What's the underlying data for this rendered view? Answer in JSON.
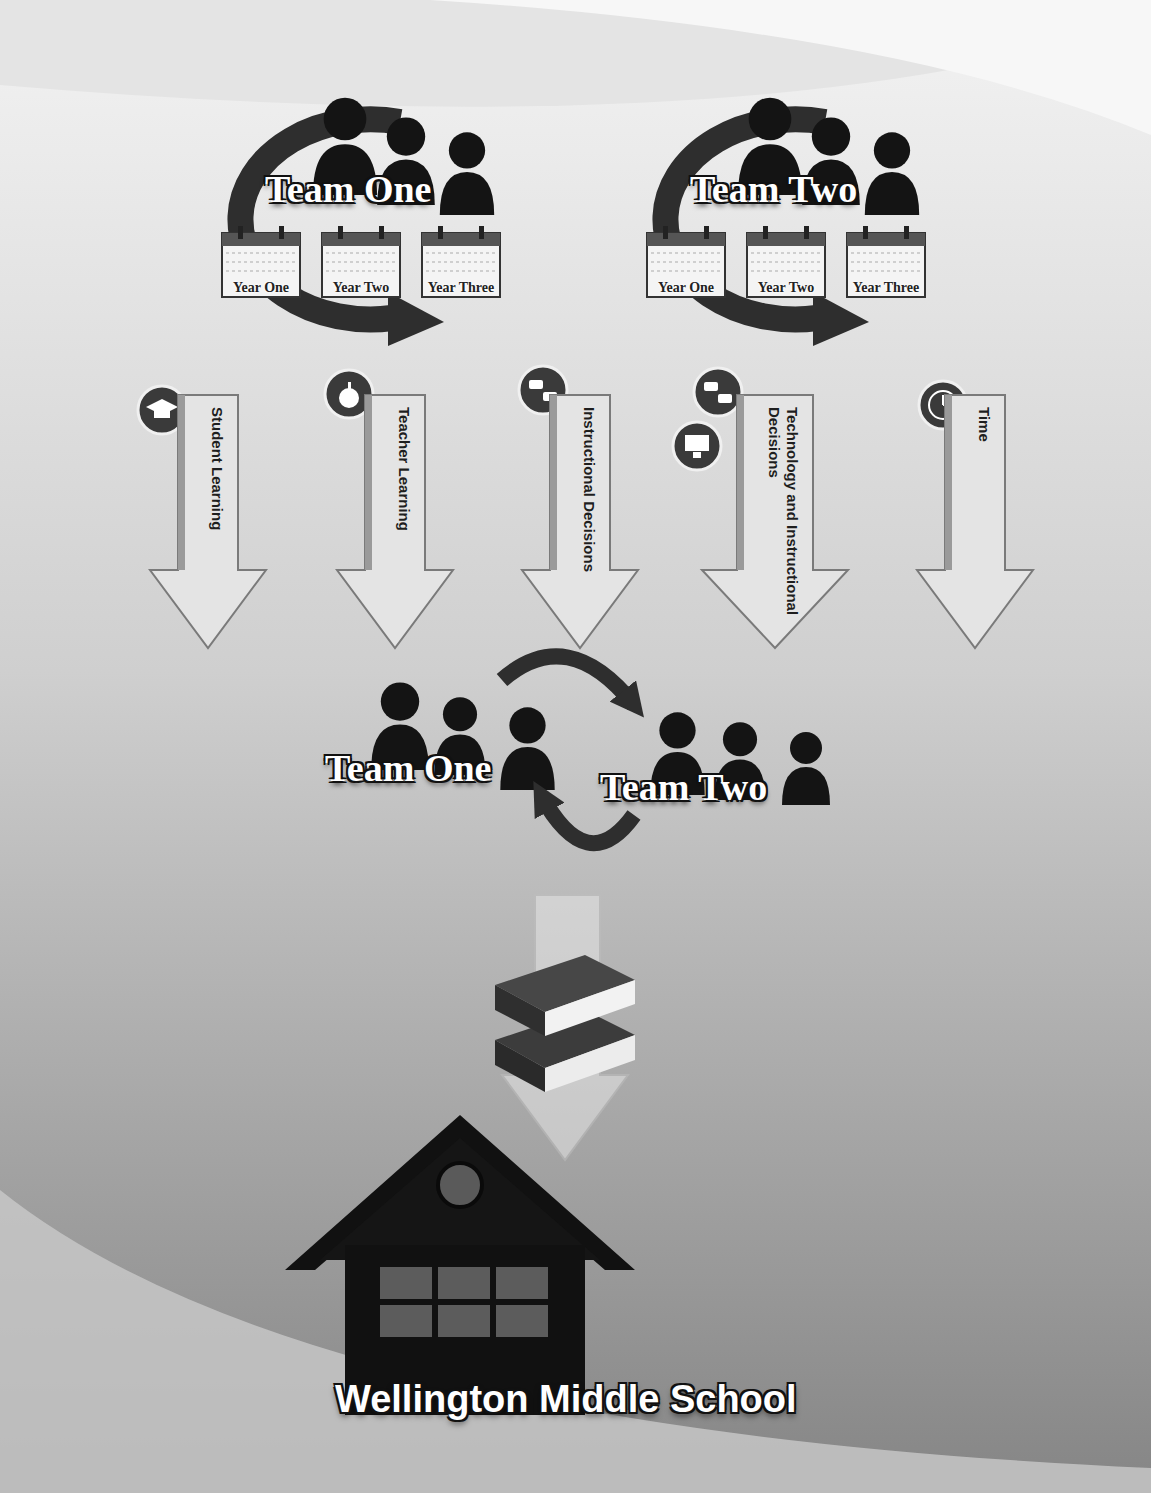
{
  "diagram": {
    "nodes": [
      {
        "text": [
          "Team One"
        ]
      },
      {
        "text": [
          "Year One"
        ],
        "in": 0
      },
      {
        "text": [
          "Year Two"
        ],
        "in": 0
      },
      {
        "text": [
          "Year Three"
        ],
        "in": 0
      },
      {
        "text": [
          "Team Two"
        ]
      },
      {
        "text": [
          "Year One"
        ],
        "in": 4
      },
      {
        "text": [
          "Year Two"
        ],
        "in": 4
      },
      {
        "text": [
          "Year Three"
        ],
        "in": 4
      },
      {
        "text": [
          "Student Learning"
        ]
      },
      {
        "text": [
          "Teacher Learning"
        ]
      },
      {
        "text": [
          "Instructional Decisions"
        ]
      },
      {
        "text": [
          "Technology and Instructional Decisions"
        ]
      },
      {
        "text": [
          "Time"
        ]
      },
      {
        "text": [
          "Team One"
        ]
      },
      {
        "text": [
          "Team Two"
        ]
      },
      {
        "text": [
          "Wellington Middle School"
        ]
      }
    ],
    "edges": [
      {
        "from": 13,
        "to": 14,
        "arrow": "to"
      },
      {
        "from": 14,
        "to": 13,
        "arrow": "to"
      }
    ]
  }
}
